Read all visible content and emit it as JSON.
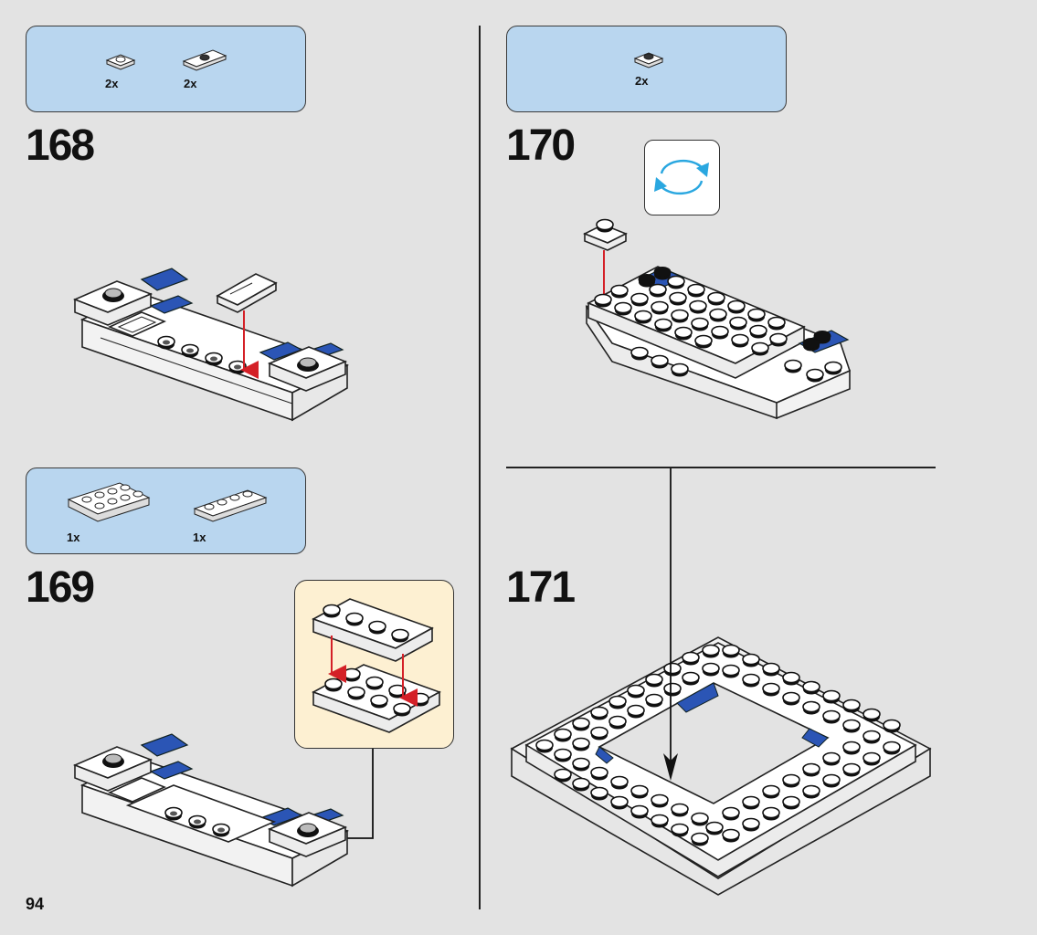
{
  "page": {
    "number": "94"
  },
  "steps": [
    {
      "number": "168",
      "parts": [
        {
          "qty": "2x",
          "icon": "round-1x1-plate-icon"
        },
        {
          "qty": "2x",
          "icon": "jumper-plate-icon"
        }
      ]
    },
    {
      "number": "169",
      "parts": [
        {
          "qty": "1x",
          "icon": "plate-2x4-icon"
        },
        {
          "qty": "1x",
          "icon": "plate-1x4-icon"
        }
      ]
    },
    {
      "number": "170",
      "parts": [
        {
          "qty": "2x",
          "icon": "round-1x1-plate-icon"
        }
      ],
      "rotate_icon": "rotate-model-icon"
    },
    {
      "number": "171",
      "parts": []
    }
  ],
  "colors": {
    "background": "#e3e3e3",
    "parts_box": "#b9d6ef",
    "callout": "#fdf0d2",
    "brick_blue": "#2b55b5",
    "arrow_red": "#d42027",
    "rotate_cyan": "#2aa7e0"
  }
}
